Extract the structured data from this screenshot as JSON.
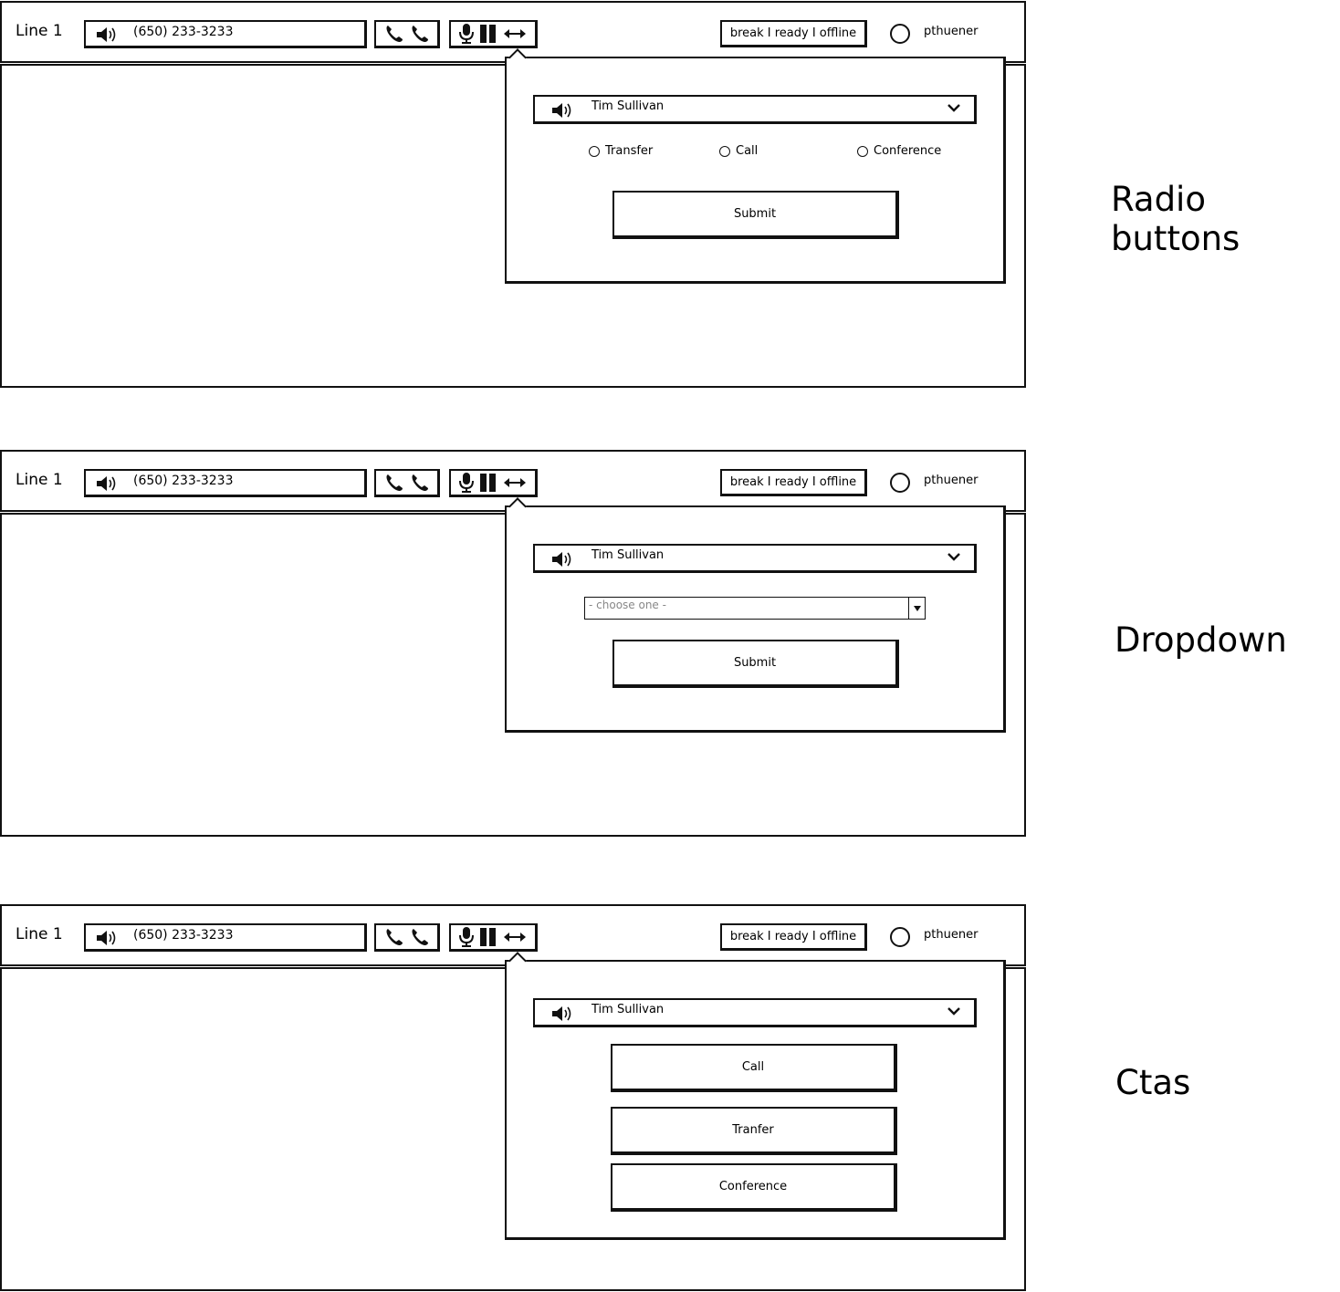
{
  "toolbar": {
    "line_label": "Line 1",
    "phone_number": "(650) 233-3233",
    "status_text": "break I ready I offline",
    "username": "pthuener"
  },
  "popup": {
    "contact_name": "Tim Sullivan"
  },
  "variants": {
    "radio": {
      "section_label": "Radio buttons",
      "options": [
        "Transfer",
        "Call",
        "Conference"
      ],
      "submit_label": "Submit"
    },
    "dropdown": {
      "section_label": "Dropdown",
      "placeholder": "- choose one -",
      "submit_label": "Submit"
    },
    "ctas": {
      "section_label": "Ctas",
      "buttons": [
        "Call",
        "Tranfer",
        "Conference"
      ]
    }
  },
  "icons": {
    "speaker": "speaker-icon",
    "phone": "phone-icon",
    "mic": "microphone-icon",
    "pause": "pause-icon",
    "transfer": "transfer-arrows-icon",
    "chevron": "chevron-down-icon",
    "status": "presence-circle-icon"
  }
}
